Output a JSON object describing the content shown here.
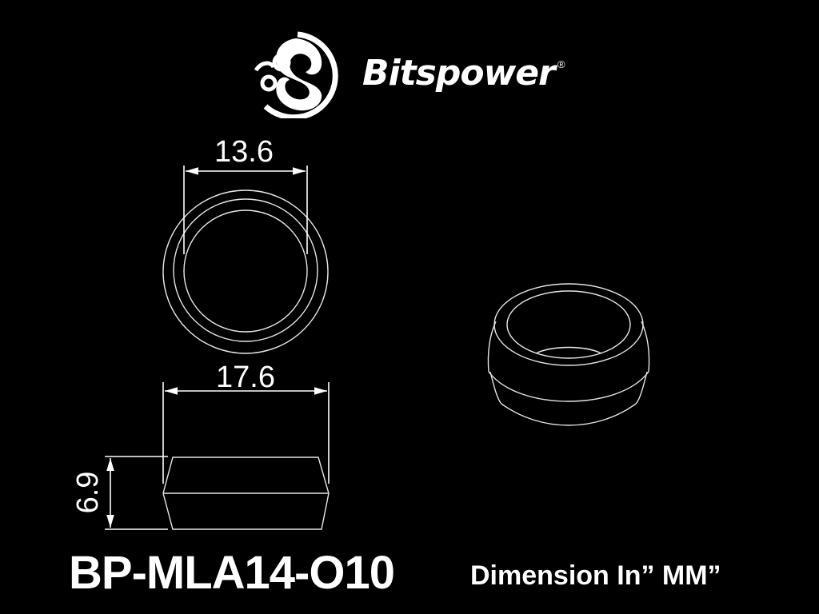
{
  "header": {
    "logo_icon": "bitspower-dragon-logo-icon",
    "brand_name": "Bitspower",
    "registered_mark": "®"
  },
  "drawing": {
    "top_view": {
      "dimension_label": "13.6",
      "dimension_meaning": "inner diameter"
    },
    "side_view": {
      "width_label": "17.6",
      "height_label": "6.9"
    },
    "iso_view": {
      "description": "isometric view of ring"
    }
  },
  "footer": {
    "model_number": "BP-MLA14-O10",
    "dimension_note": "Dimension In” MM”"
  },
  "colors": {
    "background": "#000000",
    "foreground": "#ffffff",
    "line": "#e6e6e6"
  }
}
